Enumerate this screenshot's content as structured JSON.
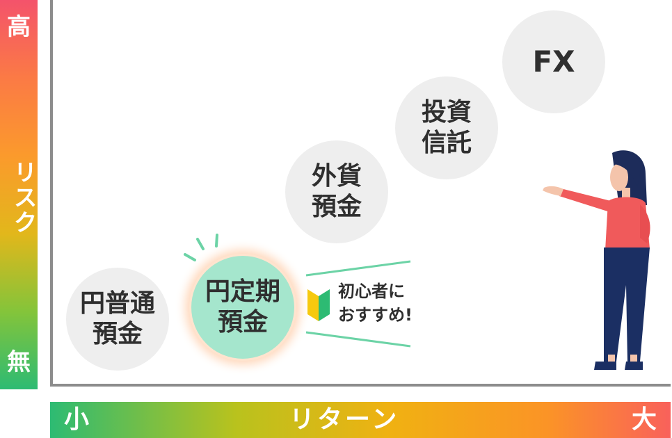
{
  "risk_axis": {
    "high": "高",
    "label": "リスク",
    "none": "無"
  },
  "return_axis": {
    "low": "小",
    "label": "リターン",
    "high": "大"
  },
  "products": [
    {
      "line1": "円普通",
      "line2": "預金"
    },
    {
      "line1": "円定期",
      "line2": "預金"
    },
    {
      "line1": "外貨",
      "line2": "預金"
    },
    {
      "line1": "投資",
      "line2": "信託"
    },
    {
      "line1": "FX"
    }
  ],
  "recommendation": {
    "line1": "初心者に",
    "line2": "おすすめ!"
  },
  "colors": {
    "highlight_bubble": "#a5e6cd",
    "bubble": "#eeeeee",
    "axis": "#8c8c8c",
    "beginner_mark_green": "#2dbb73",
    "beginner_mark_yellow": "#f6c90e"
  },
  "icons": [
    "beginner-mark-icon",
    "sparkle-icon",
    "woman-presenting-illustration"
  ]
}
